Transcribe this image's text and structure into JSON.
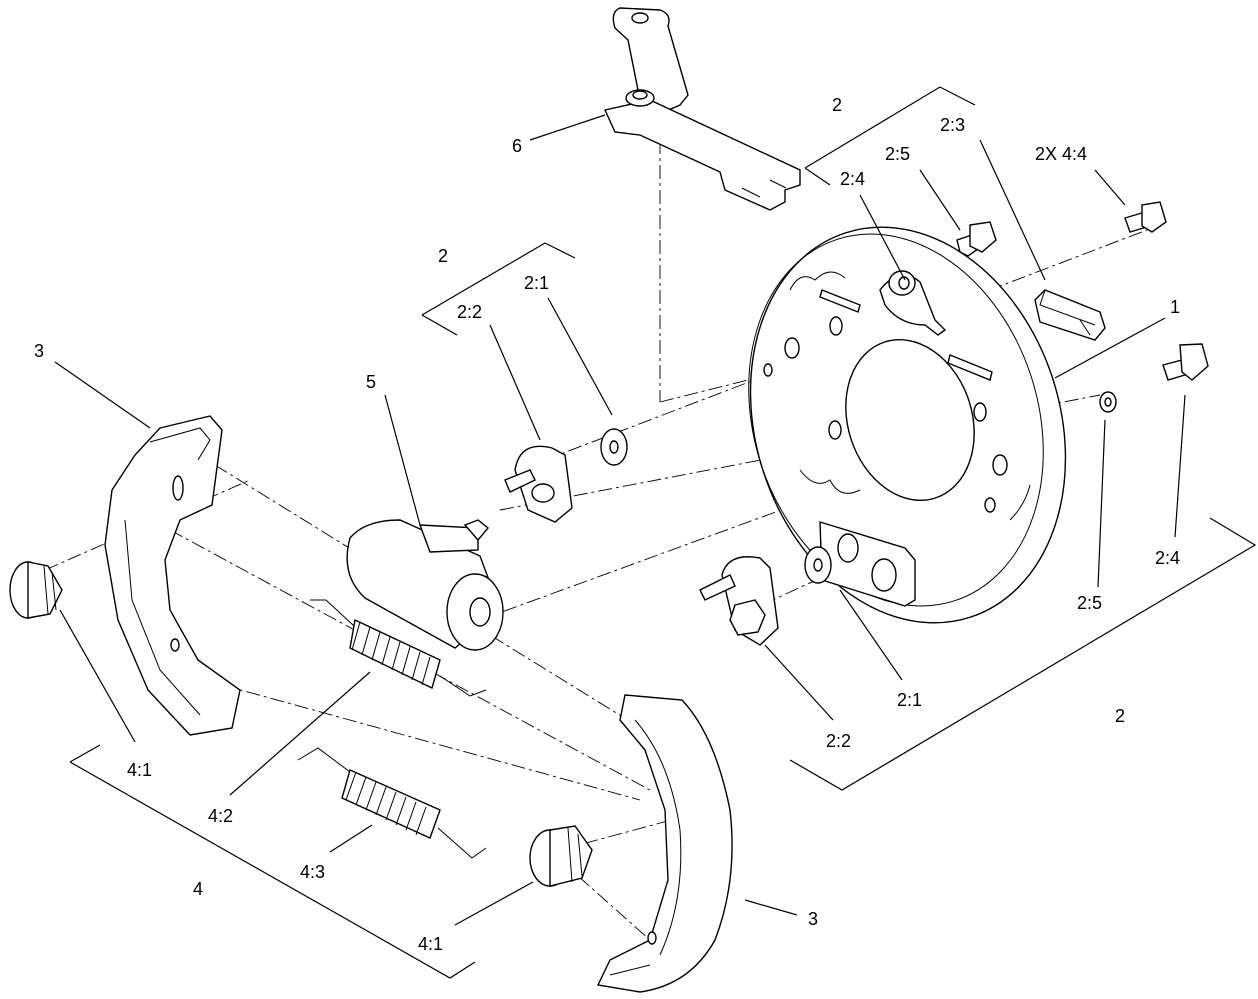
{
  "callouts": {
    "c6": "6",
    "c2_top_mid": "2",
    "c2_top_right": "2",
    "c2_3": "2:3",
    "c2_5_top": "2:5",
    "c2x4_4": "2X 4:4",
    "c2_4_top": "2:4",
    "c2_2_top": "2:2",
    "c2_1_top": "2:1",
    "c1": "1",
    "c3_top": "3",
    "c5": "5",
    "c2_4_right": "2:4",
    "c2_5_right": "2:5",
    "c2_1_bottom": "2:1",
    "c2_2_bottom": "2:2",
    "c2_bottom_right": "2",
    "c4_1_left": "4:1",
    "c4_2": "4:2",
    "c4_3": "4:3",
    "c4": "4",
    "c4_1_bottom": "4:1",
    "c3_bottom": "3"
  }
}
